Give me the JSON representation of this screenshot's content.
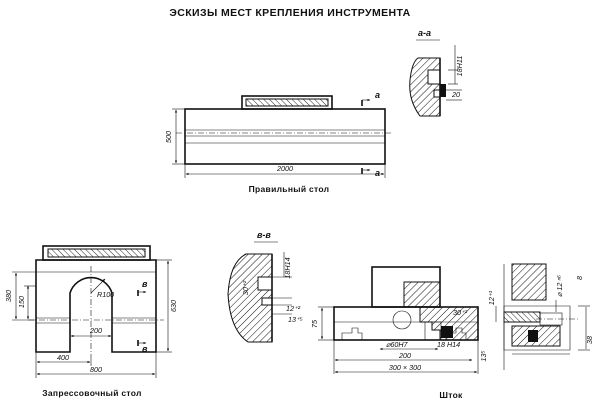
{
  "title": "ЭСКИЗЫ МЕСТ КРЕПЛЕНИЯ ИНСТРУМЕНТА",
  "table1": {
    "caption": "Правильный стол",
    "width_dim": "2000",
    "height_dim": "500",
    "cut_mark": "a"
  },
  "section_a": {
    "label": "а-а",
    "slot_dim": "18Н11",
    "depth_dim": "20"
  },
  "table2": {
    "caption": "Запрессовочный стол",
    "radius": "R100",
    "dim_380": "380",
    "dim_150": "150",
    "dim_630": "630",
    "dim_200": "200",
    "dim_400": "400",
    "dim_800": "800",
    "cut_mark": "в"
  },
  "section_b": {
    "label": "в-в",
    "slot_dim": "18Н14",
    "dim_30": "30⁺²",
    "dim_12": "12⁺²",
    "dim_13": "13⁺⁵"
  },
  "rod": {
    "caption": "Шток",
    "dim_75": "75",
    "dim_30": "30⁺²",
    "bore": "⌀60Н7",
    "slot": "18 Н14",
    "dim_200": "200",
    "size": "300 × 300",
    "dim_135": "13⁵",
    "dim_12": "12⁺¹",
    "pin": "⌀ 12 ⁿ⁶",
    "dim_38": "38",
    "mark_8": "8"
  }
}
